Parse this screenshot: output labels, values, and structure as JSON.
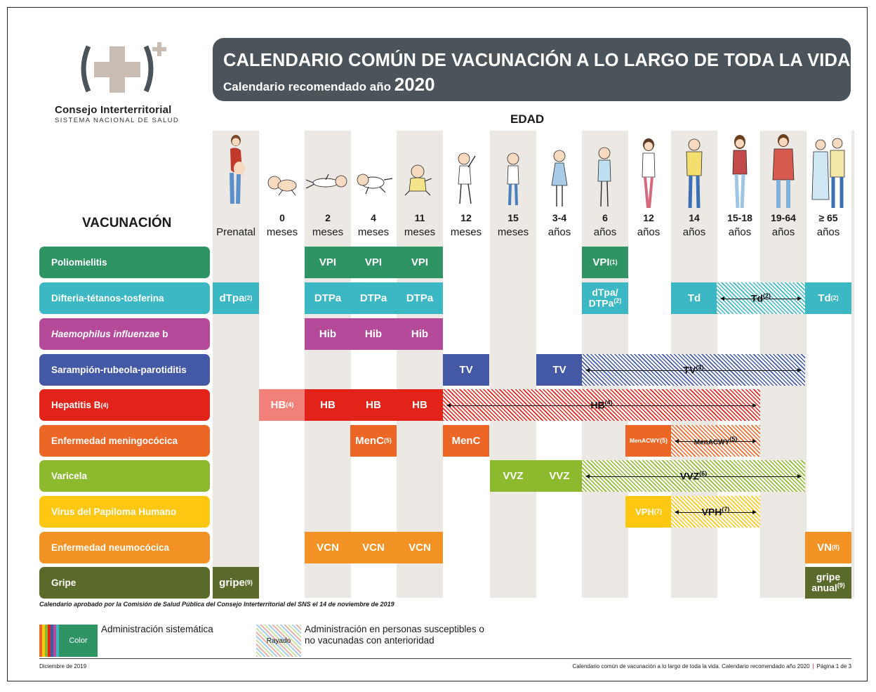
{
  "header": {
    "logo_name": "Consejo Interterritorial",
    "logo_sub": "SISTEMA NACIONAL DE SALUD",
    "title": "CALENDARIO COMÚN DE VACUNACIÓN A LO LARGO DE TODA LA VIDA",
    "subtitle": "Calendario recomendado año",
    "year": "2020"
  },
  "edad_label": "EDAD",
  "vacunacion_label": "VACUNACIÓN",
  "ages": [
    {
      "num": "",
      "unit": "Prenatal",
      "icon": "pregnant-woman-icon"
    },
    {
      "num": "0",
      "unit": "meses",
      "icon": "newborn-icon"
    },
    {
      "num": "2",
      "unit": "meses",
      "icon": "baby-lying-icon"
    },
    {
      "num": "4",
      "unit": "meses",
      "icon": "baby-crawling-icon"
    },
    {
      "num": "11",
      "unit": "meses",
      "icon": "baby-sitting-icon"
    },
    {
      "num": "12",
      "unit": "meses",
      "icon": "toddler-icon"
    },
    {
      "num": "15",
      "unit": "meses",
      "icon": "toddler-standing-icon"
    },
    {
      "num": "3-4",
      "unit": "años",
      "icon": "child-girl-icon"
    },
    {
      "num": "6",
      "unit": "años",
      "icon": "child-icon"
    },
    {
      "num": "12",
      "unit": "años",
      "icon": "preteen-girl-icon"
    },
    {
      "num": "14",
      "unit": "años",
      "icon": "teen-boy-icon"
    },
    {
      "num": "15-18",
      "unit": "años",
      "icon": "teen-girl-icon"
    },
    {
      "num": "19-64",
      "unit": "años",
      "icon": "adult-woman-icon"
    },
    {
      "num": "≥ 65",
      "unit": "años",
      "icon": "elderly-couple-icon"
    }
  ],
  "rows": [
    {
      "label": "Poliomielitis",
      "color": "#2e9463"
    },
    {
      "label": "Difteria-tétanos-tosferina",
      "color": "#3cb8c4"
    },
    {
      "label_italic": "Haemophilus influenzae",
      "label_rest": " b",
      "color": "#b54a9b"
    },
    {
      "label": "Sarampión-rubeola-parotiditis",
      "color": "#4359a6"
    },
    {
      "label": "Hepatitis B",
      "sup": "(4)",
      "color": "#e2231a"
    },
    {
      "label": "Enfermedad meningocócica",
      "color": "#ec6726"
    },
    {
      "label": "Varicela",
      "color": "#8cb92d"
    },
    {
      "label": "Virus del Papiloma Humano",
      "color": "#fdc712"
    },
    {
      "label": "Enfermedad neumocócica",
      "color": "#f39325"
    },
    {
      "label": "Gripe",
      "color": "#5a6a2b"
    }
  ],
  "cells": {
    "polio": {
      "vpi": "VPI",
      "vpi6": "VPI",
      "vpi6_sup": "(1)"
    },
    "dtp": {
      "prenatal": "dTpa",
      "prenatal_sup": "(2)",
      "dtpa": "DTPa",
      "six_a": "dTpa/",
      "six_b": "DTPa",
      "six_sup": "(2)",
      "td14": "Td",
      "td_range": "Td",
      "td_range_sup": "(2)",
      "td65": "Td",
      "td65_sup": "(2)"
    },
    "hib": {
      "hib": "Hib"
    },
    "srp": {
      "tv": "TV",
      "tv_range": "TV",
      "tv_range_sup": "(3)"
    },
    "hb": {
      "hb0": "HB",
      "hb0_sup": "(4)",
      "hb": "HB",
      "hb_range": "HB",
      "hb_range_sup": "(4)"
    },
    "men": {
      "menc4": "MenC",
      "menc4_sup": "(5)",
      "menc12": "MenC",
      "menacwy": "MenACWY",
      "menacwy_sup": "(5)",
      "menacwy_range": "MenACWY",
      "menacwy_range_sup": "(5)"
    },
    "var": {
      "vvz": "VVZ",
      "vvz_range": "VVZ",
      "vvz_range_sup": "(6)"
    },
    "vph": {
      "vph": "VPH",
      "vph_sup": "(7)",
      "vph_range": "VPH",
      "vph_range_sup": "(7)"
    },
    "neumo": {
      "vcn": "VCN",
      "vn": "VN",
      "vn_sup": "(8)"
    },
    "gripe": {
      "prenatal": "gripe",
      "prenatal_sup": "(9)",
      "anual_a": "gripe",
      "anual_b": "anual",
      "anual_sup": "(9)"
    }
  },
  "note": "Calendario aprobado por la Comisión de Salud Pública del Consejo Interterritorial del SNS el 14 de noviembre de 2019",
  "legend": {
    "color_label": "Color",
    "color_text": "Administración sistemática",
    "hatch_label": "Rayado",
    "hatch_text_1": "Administración en personas susceptibles o",
    "hatch_text_2": "no vacunadas con anterioridad"
  },
  "footer": {
    "date": "Diciembre de 2019",
    "doc": "Calendario común de vacunación a lo largo de toda la vida. Calendario recomendado año 2020",
    "page": "Página 1 de 3"
  }
}
